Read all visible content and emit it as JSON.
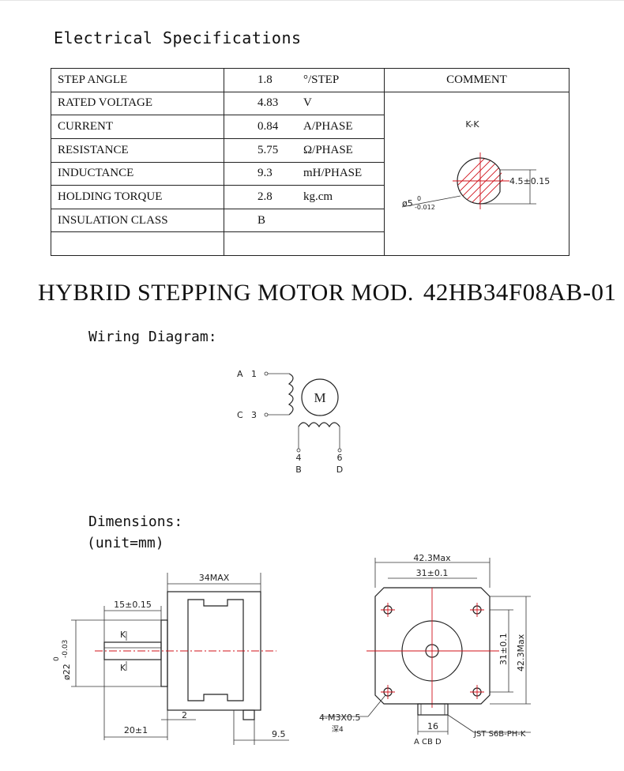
{
  "spec_title": "Electrical Specifications",
  "table": {
    "comment_header": "COMMENT",
    "rows": [
      {
        "label": "STEP ANGLE",
        "value": "1.8",
        "unit": "°/STEP"
      },
      {
        "label": "RATED VOLTAGE",
        "value": "4.83",
        "unit": "V"
      },
      {
        "label": "CURRENT",
        "value": "0.84",
        "unit": "A/PHASE"
      },
      {
        "label": "RESISTANCE",
        "value": "5.75",
        "unit": "Ω/PHASE"
      },
      {
        "label": "INDUCTANCE",
        "value": "9.3",
        "unit": "mH/PHASE"
      },
      {
        "label": "HOLDING TORQUE",
        "value": "2.8",
        "unit": "kg.cm"
      },
      {
        "label": "INSULATION CLASS",
        "value": "B",
        "unit": ""
      },
      {
        "label": "",
        "value": "",
        "unit": ""
      }
    ],
    "comment": {
      "section": "K-K",
      "flat_dim": "4.5±0.15",
      "shaft_dim": "ø5",
      "shaft_tol_upper": "0",
      "shaft_tol_lower": "-0.012"
    }
  },
  "model": {
    "prefix": "HYBRID STEPPING MOTOR MOD.",
    "number": "42HB34F08AB-01"
  },
  "wiring": {
    "title": "Wiring Diagram:",
    "motor": "M",
    "pins": [
      {
        "num": "1",
        "name": "A"
      },
      {
        "num": "3",
        "name": "C"
      },
      {
        "num": "4",
        "name": "B"
      },
      {
        "num": "6",
        "name": "D"
      }
    ]
  },
  "dimensions": {
    "title": "Dimensions:",
    "unit": "(unit=mm)",
    "side": {
      "length": "34MAX",
      "shaft_len": "15±0.15",
      "shaft_dia": "ø22",
      "shaft_dia_tol_upper": "0",
      "shaft_dia_tol_lower": "-0.03",
      "boss_len": "20±1",
      "boss_thk": "2",
      "conn_len": "9.5",
      "section_mark": "K"
    },
    "front": {
      "width": "42.3Max",
      "hole_pitch": "31±0.1",
      "hole_pitch_v": "31±0.1",
      "height": "42.3Max",
      "screw": "4-M3X0.5",
      "screw_depth": "深4",
      "conn_width": "16",
      "connector": "JST S6B-PH-K",
      "pins": "A CB D"
    }
  }
}
